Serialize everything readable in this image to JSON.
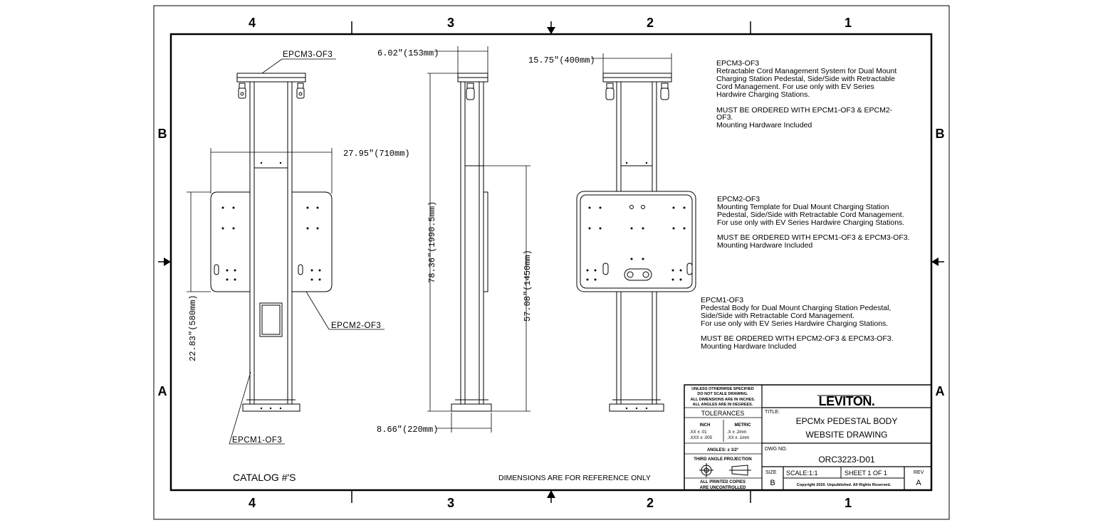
{
  "zones": {
    "columns": [
      "4",
      "3",
      "2",
      "1"
    ],
    "rows": [
      "B",
      "A"
    ]
  },
  "dimensions": {
    "top_width_side": "6.02\"(153mm)",
    "top_width_front": "15.75\"(400mm)",
    "bracket_width": "27.95\"(710mm)",
    "overall_height": "78.36\"(1990.5mm)",
    "mount_height": "57.08\"(1450mm)",
    "plate_height": "22.83\"(580mm)",
    "base_width": "8.66\"(220mm)"
  },
  "callouts": {
    "top_cap": "EPCM3-OF3",
    "mount_plate": "EPCM2-OF3",
    "pedestal": "EPCM1-OF3"
  },
  "notes": [
    {
      "lines": [
        "EPCM3-OF3",
        "Retractable Cord Management System for Dual Mount",
        "Charging Station Pedestal, Side/Side with Retractable",
        "Cord Management. For use only with EV Series",
        "Hardwire Charging Stations.",
        "",
        "MUST BE ORDERED WITH EPCM1-OF3 & EPCM2-",
        "OF3.",
        "Mounting Hardware Included"
      ]
    },
    {
      "lines": [
        "EPCM2-OF3",
        "Mounting Template for Dual Mount Charging Station",
        "Pedestal, Side/Side with Retractable Cord Management.",
        "For use only with EV Series Hardwire Charging Stations.",
        "",
        "MUST BE ORDERED WITH EPCM1-OF3 & EPCM3-OF3.",
        "Mounting Hardware Included"
      ]
    },
    {
      "lines": [
        "EPCM1-OF3",
        "Pedestal Body for Dual Mount Charging Station Pedestal,",
        "Side/Side with Retractable Cord Management.",
        "For use only with EV Series Hardwire Charging Stations.",
        "",
        "MUST BE ORDERED WITH EPCM2-OF3 & EPCM3-OF3.",
        "Mounting Hardware Included"
      ]
    }
  ],
  "catalog_label": "CATALOG #'S",
  "reference_note": "DIMENSIONS ARE FOR REFERENCE ONLY",
  "title_block": {
    "disclaimer": [
      "UNLESS OTHERWISE SPECIFIED",
      "DO NOT SCALE DRAWING.",
      "ALL DIMENSIONS ARE IN INCHES.",
      "ALL ANGLES ARE IN DEGREES."
    ],
    "tolerances_label": "TOLERANCES",
    "inch_label": "INCH",
    "metric_label": "METRIC",
    "inch_tol": [
      ".XX ± .01",
      ".XXX ± .005"
    ],
    "metric_tol": [
      ".X ± .2mm",
      ".XX ± .1mm"
    ],
    "angles": "ANGLES: ± 1/2°",
    "projection": "THIRD ANGLE PROJECTION",
    "copies_note": [
      "ALL PRINTED COPIES",
      "ARE UNCONTROLLED"
    ],
    "logo": "LEVITON.",
    "title_label": "TITLE:",
    "title_lines": [
      "EPCMx PEDESTAL BODY",
      "WEBSITE DRAWING"
    ],
    "dwg_label": "DWG NO.",
    "dwg_no": "ORC3223-D01",
    "size_label": "SIZE",
    "size": "B",
    "scale": "SCALE:1:1",
    "sheet": "SHEET 1 OF 1",
    "rev_label": "REV",
    "rev": "A",
    "copyright": "Copyright 2020. Unpublished. All Rights Reserved."
  }
}
